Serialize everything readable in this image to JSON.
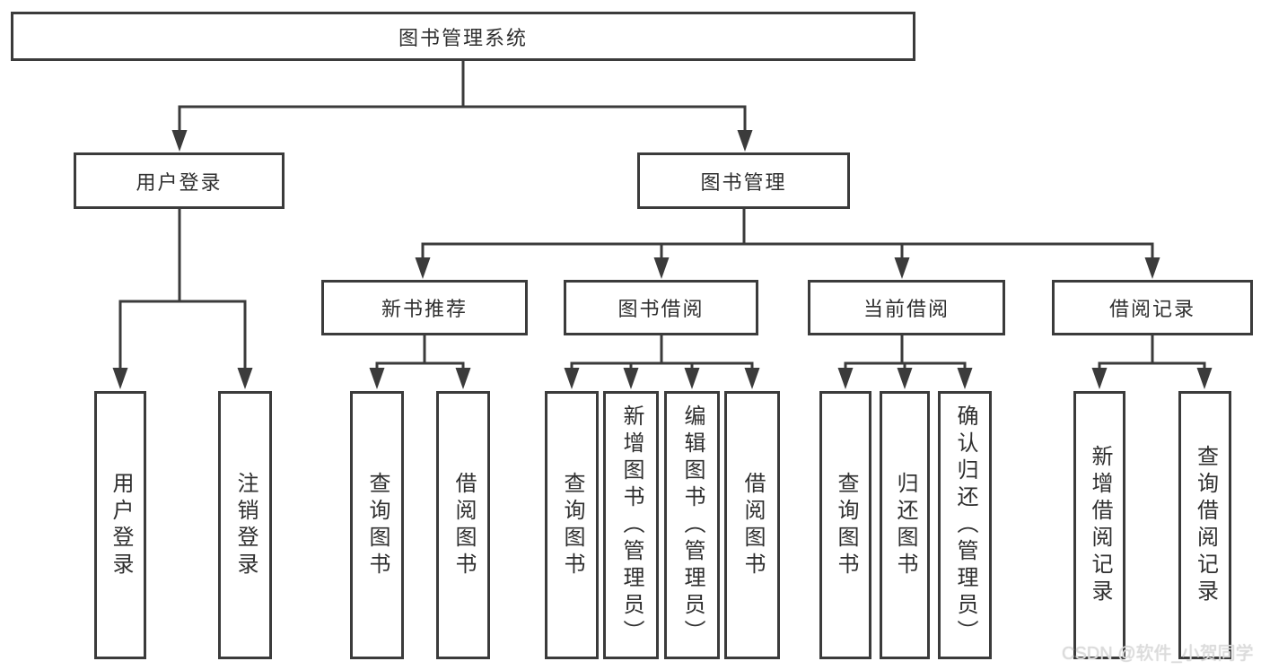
{
  "diagram": {
    "root": {
      "label": "图书管理系统",
      "children": [
        {
          "label": "用户登录",
          "children": [
            {
              "label": "用户登录"
            },
            {
              "label": "注销登录"
            }
          ]
        },
        {
          "label": "图书管理",
          "children": [
            {
              "label": "新书推荐",
              "children": [
                {
                  "label": "查询图书"
                },
                {
                  "label": "借阅图书"
                }
              ]
            },
            {
              "label": "图书借阅",
              "children": [
                {
                  "label": "查询图书"
                },
                {
                  "label": "新增图书（管理员）"
                },
                {
                  "label": "编辑图书（管理员）"
                },
                {
                  "label": "借阅图书"
                }
              ]
            },
            {
              "label": "当前借阅",
              "children": [
                {
                  "label": "查询图书"
                },
                {
                  "label": "归还图书"
                },
                {
                  "label": "确认归还（管理员）"
                }
              ]
            },
            {
              "label": "借阅记录",
              "children": [
                {
                  "label": "新增借阅记录"
                },
                {
                  "label": "查询借阅记录"
                }
              ]
            }
          ]
        }
      ]
    }
  },
  "watermark": {
    "text": "CSDN @软件_小贺同学"
  },
  "colors": {
    "line": "#3b3b3b",
    "text": "#2f2f2f",
    "bg": "#ffffff",
    "watermark": "#dcdcdc"
  }
}
